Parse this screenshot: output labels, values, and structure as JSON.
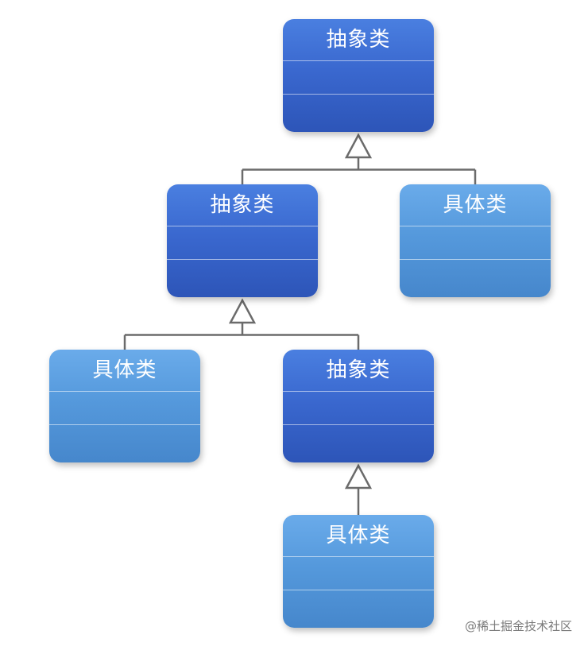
{
  "classes": [
    {
      "id": "abstract-1",
      "label": "抽象类",
      "kind": "abstract"
    },
    {
      "id": "abstract-2",
      "label": "抽象类",
      "kind": "abstract"
    },
    {
      "id": "concrete-1",
      "label": "具体类",
      "kind": "concrete"
    },
    {
      "id": "concrete-2",
      "label": "具体类",
      "kind": "concrete"
    },
    {
      "id": "abstract-3",
      "label": "抽象类",
      "kind": "abstract"
    },
    {
      "id": "concrete-3",
      "label": "具体类",
      "kind": "concrete"
    }
  ],
  "relations": [
    {
      "type": "inheritance",
      "parent": "abstract-1",
      "children": [
        "abstract-2",
        "concrete-1"
      ]
    },
    {
      "type": "inheritance",
      "parent": "abstract-2",
      "children": [
        "concrete-2",
        "abstract-3"
      ]
    },
    {
      "type": "inheritance",
      "parent": "abstract-3",
      "children": [
        "concrete-3"
      ]
    }
  ],
  "colors": {
    "abstract": "#3a68cf",
    "concrete": "#5599dc",
    "connector": "#6b6b6b"
  },
  "watermark": "@稀土掘金技术社区"
}
